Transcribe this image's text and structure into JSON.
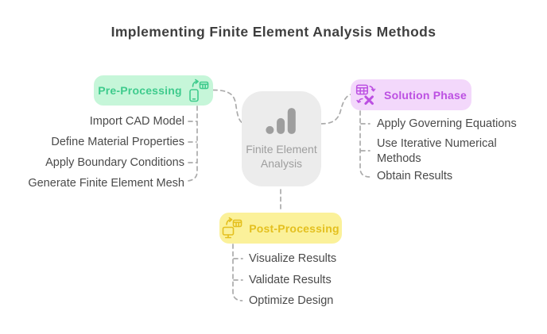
{
  "title": "Implementing Finite Element Analysis Methods",
  "center": {
    "label": "Finite Element Analysis",
    "icon": "bar-chart-icon",
    "bg": "#ececec",
    "fg": "#9e9e9e"
  },
  "branches": {
    "pre": {
      "label": "Pre-Processing",
      "icon": "phone-sync-table-icon",
      "bg": "#c6f6d9",
      "fg": "#3fcb8d",
      "items": [
        "Import CAD Model",
        "Define Material Properties",
        "Apply Boundary Conditions",
        "Generate Finite Element Mesh"
      ]
    },
    "solution": {
      "label": "Solution Phase",
      "icon": "table-solve-x-icon",
      "bg": "#f3d8fb",
      "fg": "#bc50e2",
      "items": [
        "Apply Governing Equations",
        "Use Iterative Numerical Methods",
        "Obtain Results"
      ]
    },
    "post": {
      "label": "Post-Processing",
      "icon": "monitor-sync-table-icon",
      "bg": "#fbf19a",
      "fg": "#e4c01f",
      "items": [
        "Visualize Results",
        "Validate Results",
        "Optimize Design"
      ]
    }
  },
  "colors": {
    "background": "#ffffff",
    "title_text": "#3f3f3f",
    "item_text": "#4a4a4a",
    "connector": "#ababab"
  }
}
